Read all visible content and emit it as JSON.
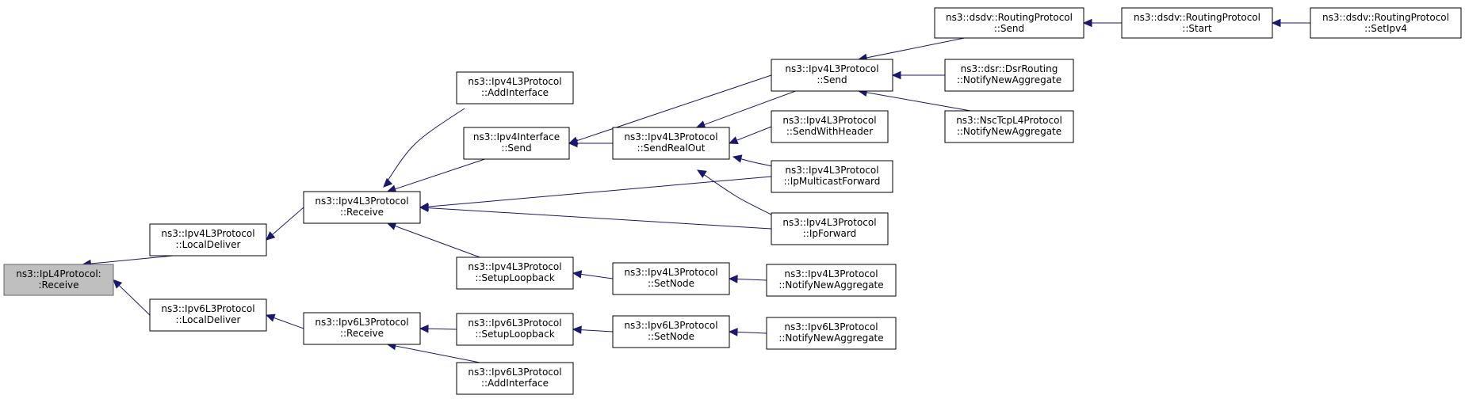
{
  "graph": {
    "nodes": [
      {
        "id": "root",
        "label": [
          "ns3::IpL4Protocol:",
          ":Receive"
        ],
        "highlight": true
      },
      {
        "id": "ip4ld",
        "label": [
          "ns3::Ipv4L3Protocol",
          "::LocalDeliver"
        ]
      },
      {
        "id": "ip6ld",
        "label": [
          "ns3::Ipv6L3Protocol",
          "::LocalDeliver"
        ]
      },
      {
        "id": "ip4rx",
        "label": [
          "ns3::Ipv4L3Protocol",
          "::Receive"
        ]
      },
      {
        "id": "ip6rx",
        "label": [
          "ns3::Ipv6L3Protocol",
          "::Receive"
        ]
      },
      {
        "id": "ip4addif",
        "label": [
          "ns3::Ipv4L3Protocol",
          "::AddInterface"
        ]
      },
      {
        "id": "ip4ifsend",
        "label": [
          "ns3::Ipv4Interface",
          "::Send"
        ]
      },
      {
        "id": "ip4loop",
        "label": [
          "ns3::Ipv4L3Protocol",
          "::SetupLoopback"
        ]
      },
      {
        "id": "ip6loop",
        "label": [
          "ns3::Ipv6L3Protocol",
          "::SetupLoopback"
        ]
      },
      {
        "id": "ip6addif",
        "label": [
          "ns3::Ipv6L3Protocol",
          "::AddInterface"
        ]
      },
      {
        "id": "ip4sro",
        "label": [
          "ns3::Ipv4L3Protocol",
          "::SendRealOut"
        ]
      },
      {
        "id": "ip4setnode",
        "label": [
          "ns3::Ipv4L3Protocol",
          "::SetNode"
        ]
      },
      {
        "id": "ip6setnode",
        "label": [
          "ns3::Ipv6L3Protocol",
          "::SetNode"
        ]
      },
      {
        "id": "ip4send",
        "label": [
          "ns3::Ipv4L3Protocol",
          "::Send"
        ]
      },
      {
        "id": "ip4swh",
        "label": [
          "ns3::Ipv4L3Protocol",
          "::SendWithHeader"
        ]
      },
      {
        "id": "ip4mcf",
        "label": [
          "ns3::Ipv4L3Protocol",
          "::IpMulticastForward"
        ]
      },
      {
        "id": "ip4fwd",
        "label": [
          "ns3::Ipv4L3Protocol",
          "::IpForward"
        ]
      },
      {
        "id": "ip4nna",
        "label": [
          "ns3::Ipv4L3Protocol",
          "::NotifyNewAggregate"
        ]
      },
      {
        "id": "ip6nna",
        "label": [
          "ns3::Ipv6L3Protocol",
          "::NotifyNewAggregate"
        ]
      },
      {
        "id": "dsdvsend",
        "label": [
          "ns3::dsdv::RoutingProtocol",
          "::Send"
        ]
      },
      {
        "id": "dsrnna",
        "label": [
          "ns3::dsr::DsrRouting",
          "::NotifyNewAggregate"
        ]
      },
      {
        "id": "nscnna",
        "label": [
          "ns3::NscTcpL4Protocol",
          "::NotifyNewAggregate"
        ]
      },
      {
        "id": "dsdvstart",
        "label": [
          "ns3::dsdv::RoutingProtocol",
          "::Start"
        ]
      },
      {
        "id": "dsdvsetipv4",
        "label": [
          "ns3::dsdv::RoutingProtocol",
          "::SetIpv4"
        ]
      }
    ],
    "edges": [
      {
        "from": "ip4ld",
        "to": "root"
      },
      {
        "from": "ip6ld",
        "to": "root"
      },
      {
        "from": "ip4rx",
        "to": "ip4ld"
      },
      {
        "from": "ip6rx",
        "to": "ip6ld"
      },
      {
        "from": "ip4addif",
        "to": "ip4rx"
      },
      {
        "from": "ip4ifsend",
        "to": "ip4rx"
      },
      {
        "from": "ip4mcf",
        "to": "ip4rx"
      },
      {
        "from": "ip4fwd",
        "to": "ip4rx"
      },
      {
        "from": "ip4loop",
        "to": "ip4rx"
      },
      {
        "from": "ip6loop",
        "to": "ip6rx"
      },
      {
        "from": "ip6addif",
        "to": "ip6rx"
      },
      {
        "from": "ip4send",
        "to": "ip4ifsend"
      },
      {
        "from": "ip4sro",
        "to": "ip4ifsend"
      },
      {
        "from": "ip4setnode",
        "to": "ip4loop"
      },
      {
        "from": "ip6setnode",
        "to": "ip6loop"
      },
      {
        "from": "ip4send",
        "to": "ip4sro"
      },
      {
        "from": "ip4swh",
        "to": "ip4sro"
      },
      {
        "from": "ip4mcf",
        "to": "ip4sro"
      },
      {
        "from": "ip4fwd",
        "to": "ip4sro"
      },
      {
        "from": "ip4nna",
        "to": "ip4setnode"
      },
      {
        "from": "ip6nna",
        "to": "ip6setnode"
      },
      {
        "from": "dsdvsend",
        "to": "ip4send"
      },
      {
        "from": "dsrnna",
        "to": "ip4send"
      },
      {
        "from": "nscnna",
        "to": "ip4send"
      },
      {
        "from": "dsdvstart",
        "to": "dsdvsend"
      },
      {
        "from": "dsdvsetipv4",
        "to": "dsdvstart"
      }
    ]
  }
}
